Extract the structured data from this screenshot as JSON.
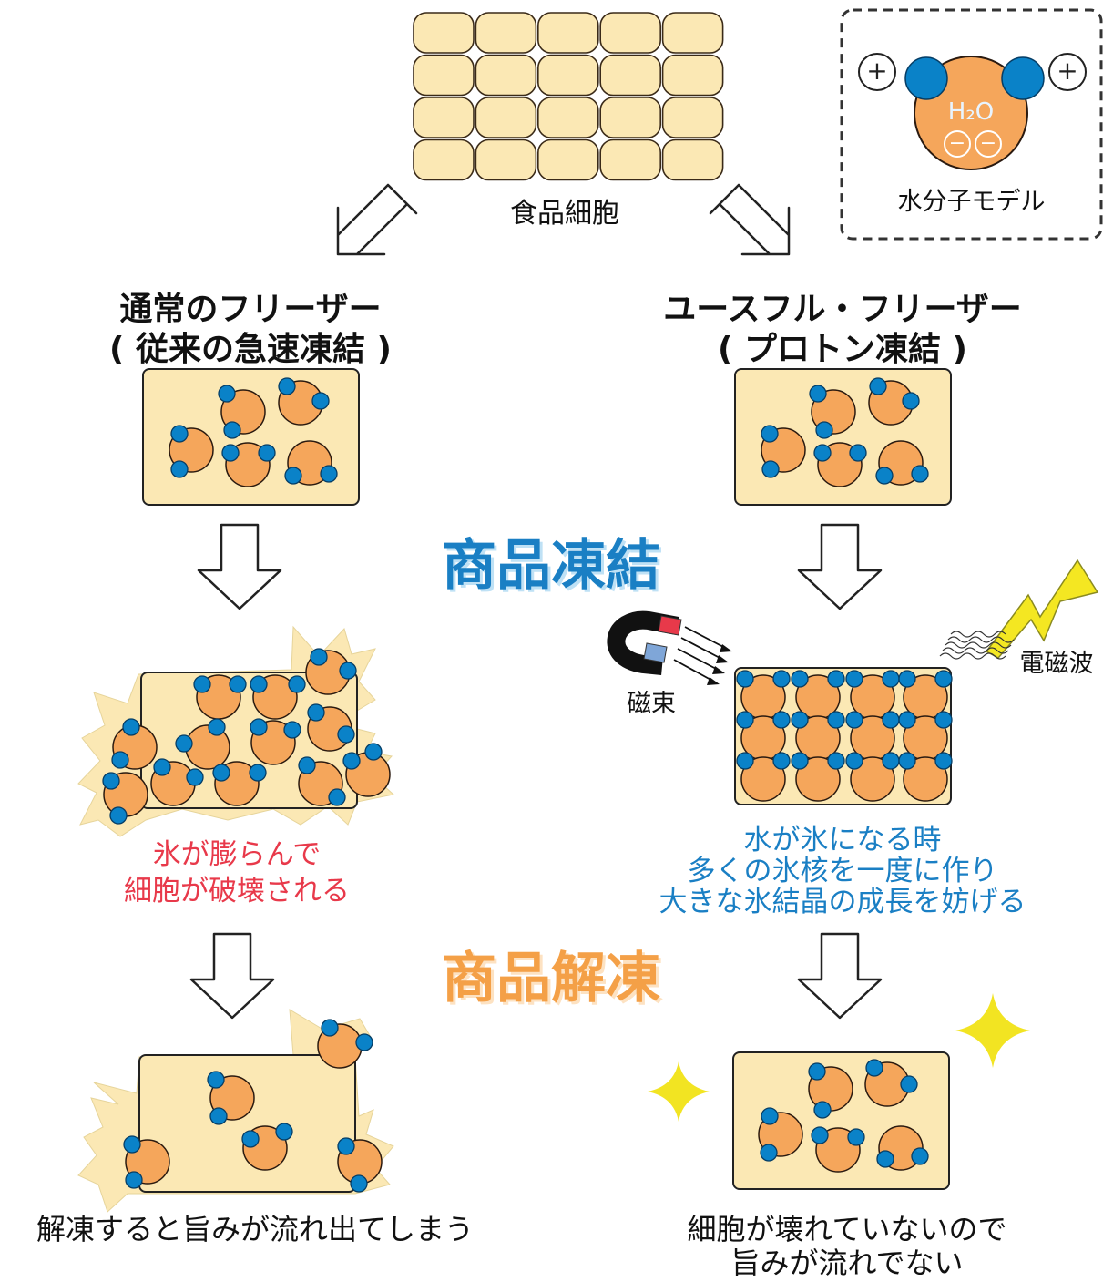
{
  "molecule_model": {
    "label": "水分子モデル",
    "formula": "H₂O",
    "plus_sign": "+",
    "minus_sign": "−"
  },
  "food_cells_label": "食品細胞",
  "left": {
    "title_line1": "通常のフリーザー",
    "title_line2": "( 従来の急速凍結 )",
    "damage_line1": "氷が膨らんで",
    "damage_line2": "細胞が破壊される",
    "result": "解凍すると旨みが流れ出てしまう"
  },
  "right": {
    "title_line1": "ユースフル・フリーザー",
    "title_line2": "( プロトン凍結 )",
    "magnet_label": "磁束",
    "wave_label": "電磁波",
    "desc_line1": "水が氷になる時",
    "desc_line2": "多くの氷核を一度に作り",
    "desc_line3": "大きな氷結晶の成長を妨げる",
    "result_line1": "細胞が壊れていないので",
    "result_line2": "旨みが流れでない"
  },
  "stage_freeze": "商品凍結",
  "stage_thaw": "商品解凍",
  "colors": {
    "cell_fill": "#fbe8b4",
    "molecule_orange": "#f5a65b",
    "hydrogen_blue": "#0a82c8",
    "freeze_blue": "#1a7fc4",
    "thaw_orange": "#f4a047",
    "damage_red": "#e8394a",
    "sparkle_yellow": "#f2e422"
  }
}
